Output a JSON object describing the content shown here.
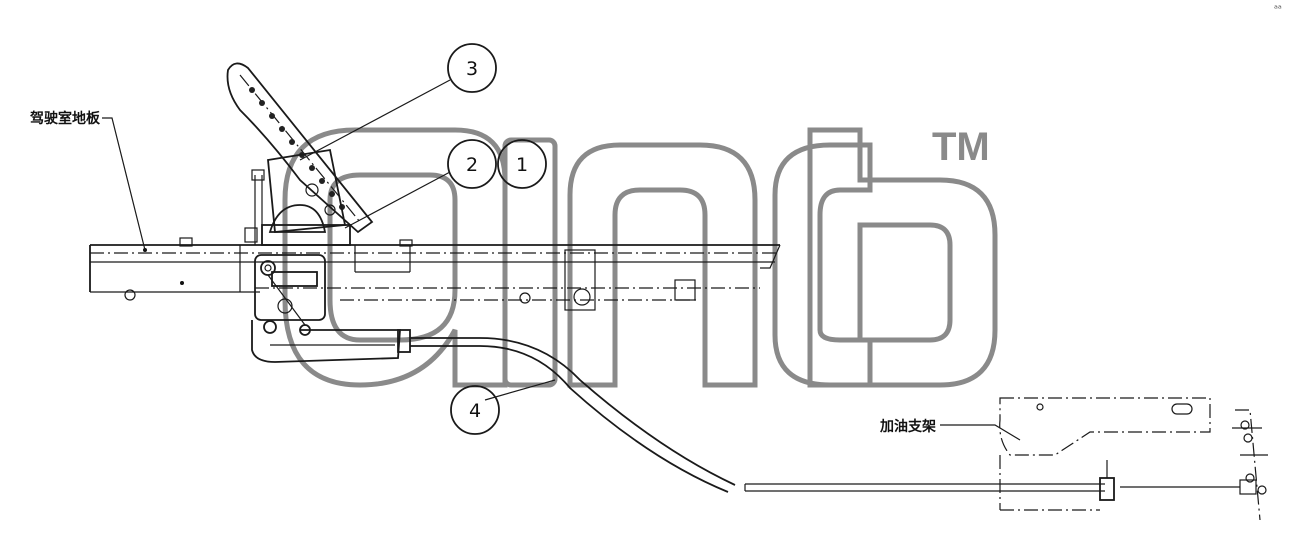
{
  "labels": {
    "cab_floor": "驾驶室地板",
    "throttle_bracket": "加油支架"
  },
  "callouts": [
    "3",
    "2",
    "1",
    "4"
  ],
  "watermark": {
    "mark": "TM",
    "color": "#8a8a8a"
  },
  "corner_mark": "ᵃᵃ"
}
